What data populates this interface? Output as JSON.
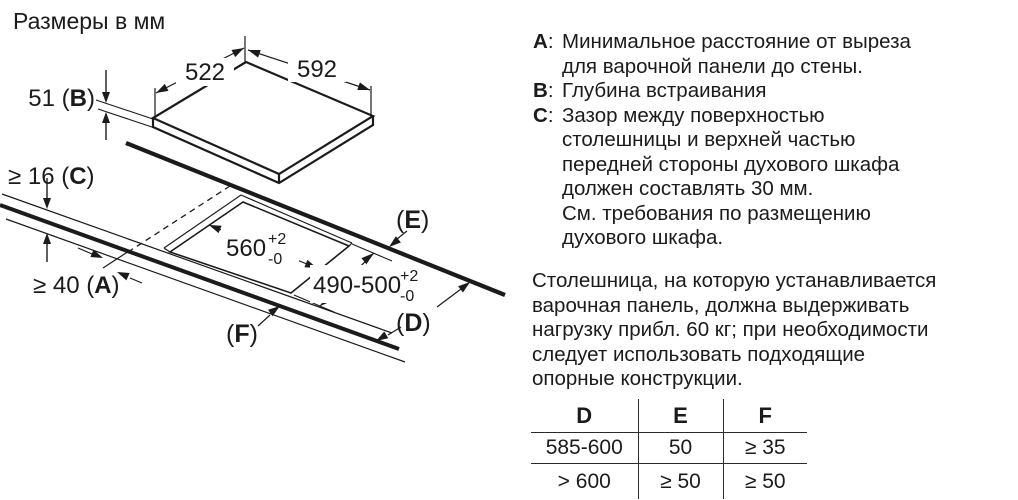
{
  "title": "Размеры в мм",
  "diagram": {
    "dim_width_small": "522",
    "dim_width_large": "592",
    "dim_embed": {
      "pre": "51 (",
      "letter": "B",
      "post": ")"
    },
    "dim_thickness": {
      "pre": "≥ 16 (",
      "letter": "C",
      "post": ")"
    },
    "dim_wall": {
      "pre": "≥ 40 (",
      "letter": "A",
      "post": ")"
    },
    "dim_cutout_width": {
      "value": "560",
      "tol_plus": "+2",
      "tol_minus": "-0"
    },
    "dim_cutout_depth": {
      "value": "490-500",
      "tol_plus": "+2",
      "tol_minus": "-0"
    },
    "label_e": {
      "pre": "(",
      "letter": "E",
      "post": ")"
    },
    "label_d": {
      "pre": "(",
      "letter": "D",
      "post": ")"
    },
    "label_f": {
      "pre": "(",
      "letter": "F",
      "post": ")"
    }
  },
  "definitions": [
    {
      "letter": "А",
      "sep": ":",
      "lines": [
        "Минимальное расстояние от выреза",
        "для варочной панели до стены."
      ]
    },
    {
      "letter": "В",
      "sep": ":",
      "lines": [
        "Глубина встраивания"
      ]
    },
    {
      "letter": "С",
      "sep": ":",
      "lines": [
        "Зазор между поверхностью",
        "столешницы и верхней частью",
        "передней стороны духового шкафа",
        "должен составлять 30 мм.",
        "См. требования по размещению",
        "духового шкафа."
      ]
    }
  ],
  "note_lines": [
    "Столешница, на которую устанавливается",
    "варочная панель, должна выдерживать",
    "нагрузку прибл. 60 кг; при необходимости",
    "следует использовать подходящие",
    "опорные конструкции."
  ],
  "table": {
    "headers": [
      "D",
      "E",
      "F"
    ],
    "rows": [
      [
        "585-600",
        "50",
        "≥ 35"
      ],
      [
        "> 600",
        "≥ 50",
        "≥ 50"
      ]
    ]
  },
  "colors": {
    "ink": "#1b1b1b",
    "background": "#ffffff"
  }
}
